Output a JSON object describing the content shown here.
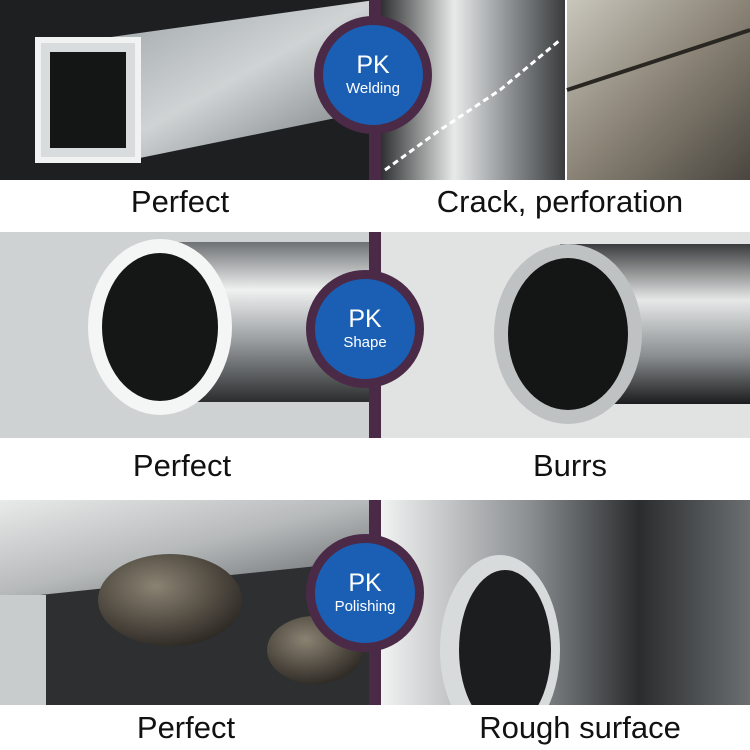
{
  "rows": [
    {
      "badge": {
        "brand": "PK",
        "process": "Welding"
      },
      "left_caption": "Perfect",
      "right_caption": "Crack, perforation"
    },
    {
      "badge": {
        "brand": "PK",
        "process": "Shape"
      },
      "left_caption": "Perfect",
      "right_caption": "Burrs"
    },
    {
      "badge": {
        "brand": "PK",
        "process": "Polishing"
      },
      "left_caption": "Perfect",
      "right_caption": "Rough surface"
    }
  ],
  "colors": {
    "badge_fill": "#1a5fb4",
    "badge_ring": "#4b2a48",
    "divider": "#4b2a48"
  }
}
